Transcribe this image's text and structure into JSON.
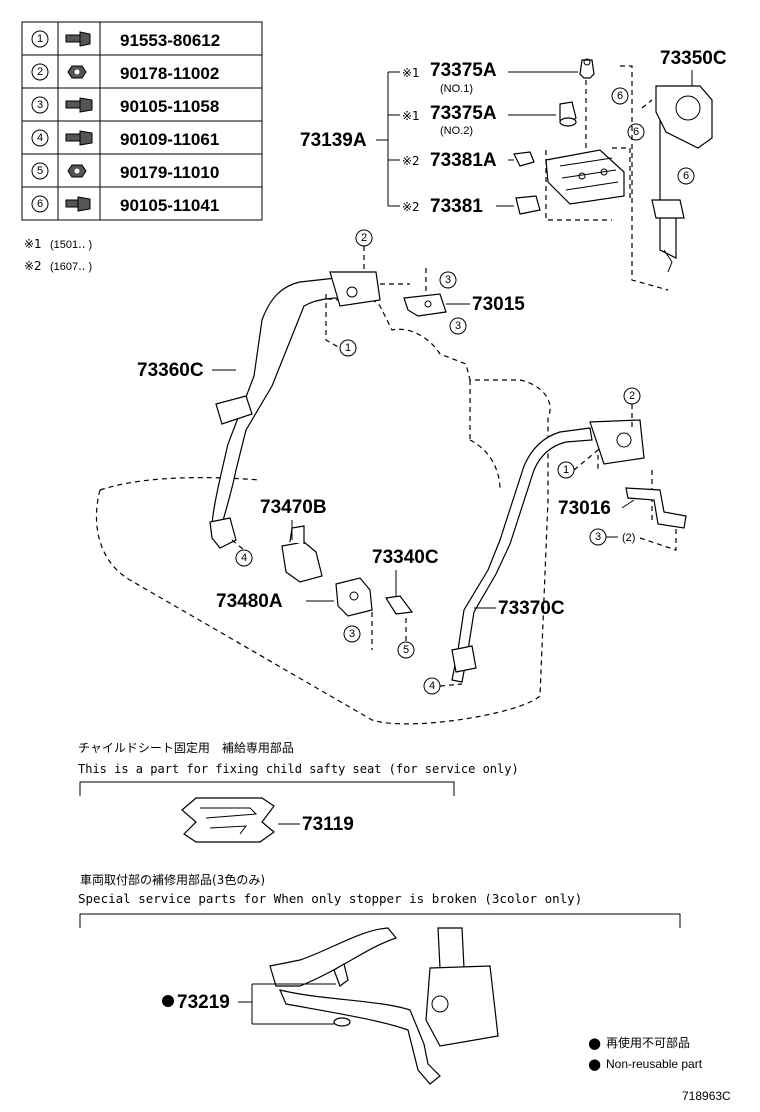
{
  "parts_table": [
    {
      "ref": "1",
      "number": "91553-80612"
    },
    {
      "ref": "2",
      "number": "90178-11002"
    },
    {
      "ref": "3",
      "number": "90105-11058"
    },
    {
      "ref": "4",
      "number": "90109-11061"
    },
    {
      "ref": "5",
      "number": "90179-11010"
    },
    {
      "ref": "6",
      "number": "90105-11041"
    }
  ],
  "footnotes": [
    {
      "mark": "※1",
      "text": "(1501‥    )"
    },
    {
      "mark": "※2",
      "text": "(1607‥    )"
    }
  ],
  "callouts": {
    "c73375a_1": "73375A",
    "c73375a_1_sub": "(NO.1)",
    "c73375a_1_mark": "※1",
    "c73375a_2": "73375A",
    "c73375a_2_sub": "(NO.2)",
    "c73375a_2_mark": "※1",
    "c73381a": "73381A",
    "c73381a_mark": "※2",
    "c73381": "73381",
    "c73381_mark": "※2",
    "c73139a": "73139A",
    "c73350c": "73350C",
    "c73015": "73015",
    "c73360c": "73360C",
    "c73016": "73016",
    "c73470b": "73470B",
    "c73340c": "73340C",
    "c73480a": "73480A",
    "c73370c": "73370C",
    "c73119": "73119",
    "c73219": "73219",
    "qty_3_2": "(2)"
  },
  "ref_circles": {
    "r6a": "6",
    "r6b": "6",
    "r6c": "6",
    "r2a": "2",
    "r3a": "3",
    "r3b": "3",
    "r1a": "1",
    "r2b": "2",
    "r1b": "1",
    "r3c": "3",
    "r4a": "4",
    "r3d": "3",
    "r5a": "5",
    "r4b": "4"
  },
  "child_seat_section": {
    "title_jp": "チャイルドシート固定用　補給専用部品",
    "title_en": "This is a part for fixing child safty seat (for service only)"
  },
  "stopper_section": {
    "title_jp": "車両取付部の補修用部品(3色のみ)",
    "title_en": "Special  service  parts  for  When  only  stopper  is  broken  (3color  only)"
  },
  "legend": {
    "symbol": "●",
    "jp": "再使用不可部品",
    "en": "Non-reusable part"
  },
  "illustration_id": "718963C"
}
